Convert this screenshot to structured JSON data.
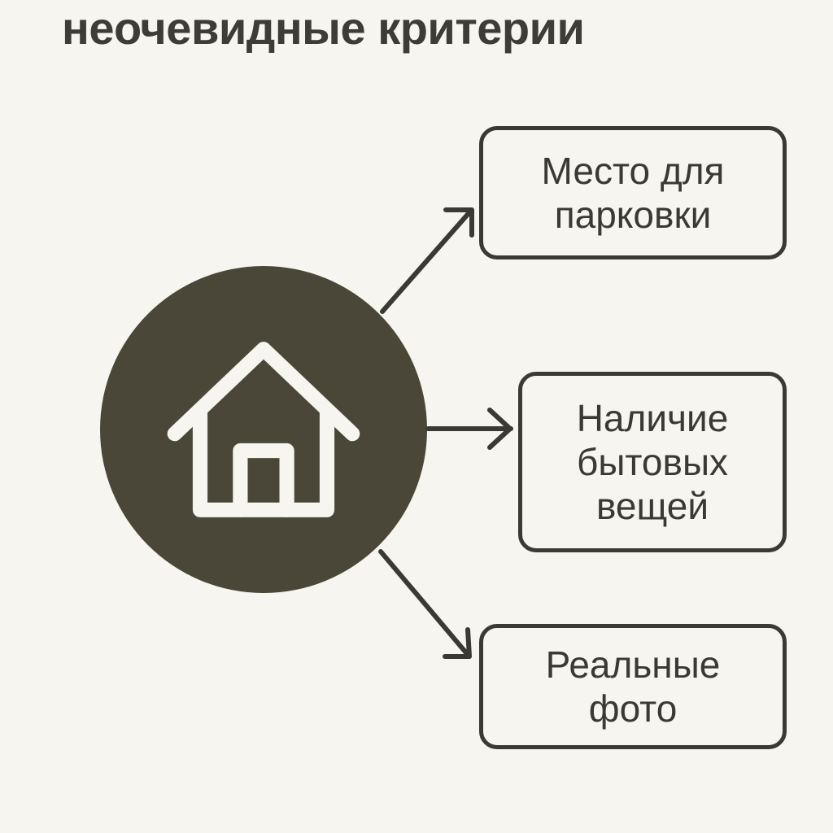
{
  "page": {
    "title": "неочевидные критерии",
    "background_color": "#f7f5f0",
    "accent_color": "#4a4738",
    "ink_color": "#3a3a33"
  },
  "center_node": {
    "icon": "house-icon",
    "icon_color": "#f7f5f0",
    "circle_color": "#4a4738"
  },
  "nodes": [
    {
      "id": "parking",
      "label": "Место для\nпарковки"
    },
    {
      "id": "household",
      "label": "Наличие\nбытовых\nвещей"
    },
    {
      "id": "photos",
      "label": "Реальные\nфото"
    }
  ],
  "connectors": [
    {
      "id": "to-parking",
      "direction": "up-right",
      "icon": "arrow-up-right-icon"
    },
    {
      "id": "to-household",
      "direction": "right",
      "icon": "arrow-right-icon"
    },
    {
      "id": "to-photos",
      "direction": "down-right",
      "icon": "arrow-down-right-icon"
    }
  ]
}
